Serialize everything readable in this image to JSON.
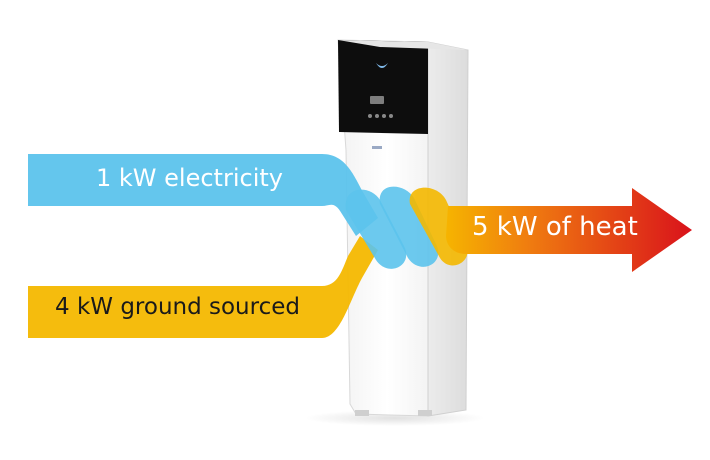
{
  "flows": {
    "electricity": {
      "label": "1 kW electricity",
      "color": "#5cc3ec"
    },
    "ground": {
      "label": "4 kW ground sourced",
      "color": "#f4b800"
    },
    "heat": {
      "label": "5 kW of heat",
      "color_start": "#f6b400",
      "color_end": "#d9121b"
    }
  },
  "unit": {
    "panel_color": "#0d0d0d",
    "body_color": "#f7f7f7"
  }
}
